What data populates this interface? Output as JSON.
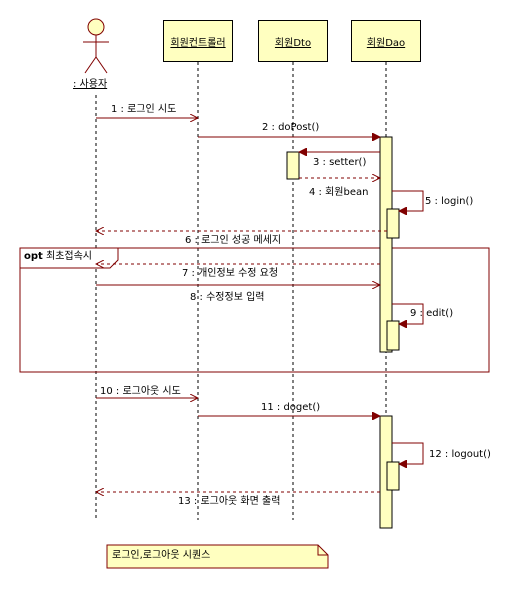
{
  "actor": {
    "name": ": 사용자"
  },
  "objects": [
    {
      "name": "회원컨트롤러"
    },
    {
      "name": "회원Dto"
    },
    {
      "name": "회원Dao"
    }
  ],
  "messages": [
    {
      "label": "1 : 로그인 시도"
    },
    {
      "label": "2 : doPost()"
    },
    {
      "label": "3 : setter()"
    },
    {
      "label": "4 : 회원bean"
    },
    {
      "label": "5 : login()"
    },
    {
      "label": "6 : 로그인 성공 메세지"
    },
    {
      "label": "7 : 개인정보 수정 요청"
    },
    {
      "label": "8 : 수정정보 입력"
    },
    {
      "label": "9 : edit()"
    },
    {
      "label": "10 : 로그아웃 시도"
    },
    {
      "label": "11 : doget()"
    },
    {
      "label": "12 : logout()"
    },
    {
      "label": "13 : 로그아웃 화면 출력"
    }
  ],
  "fragment": {
    "operator": "opt",
    "guard": "최초접속시"
  },
  "note": {
    "text": "로그인,로그아웃 시퀀스"
  },
  "colors": {
    "box_fill": "#ffffc0",
    "arrow": "#800000",
    "line": "#000000"
  }
}
